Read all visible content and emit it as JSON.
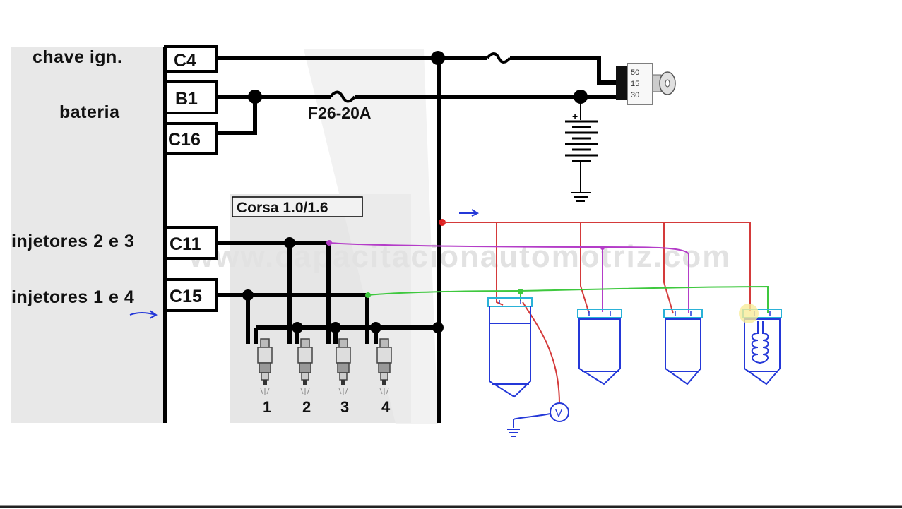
{
  "labels": {
    "ignition": "chave ign.",
    "battery": "bateria",
    "inj23": "injetores 2 e 3",
    "inj14": "injetores 1 e 4"
  },
  "pins": {
    "c4": "C4",
    "b1": "B1",
    "c16": "C16",
    "c11": "C11",
    "c15": "C15"
  },
  "fuse_label": "F26-20A",
  "model_label": "Corsa 1.0/1.6",
  "injector_numbers": [
    "1",
    "2",
    "3",
    "4"
  ],
  "switch_terms": [
    "50",
    "15",
    "30"
  ],
  "voltmeter_label": "V",
  "watermark": "www.capacitacionautomotriz.com",
  "colors": {
    "panel": "#e8e8e8",
    "wire": "#000000",
    "red": "#d43a3a",
    "purple": "#b43cc8",
    "green": "#3ec83e",
    "blue": "#2438d8",
    "highlight": "#f8ec9a"
  }
}
